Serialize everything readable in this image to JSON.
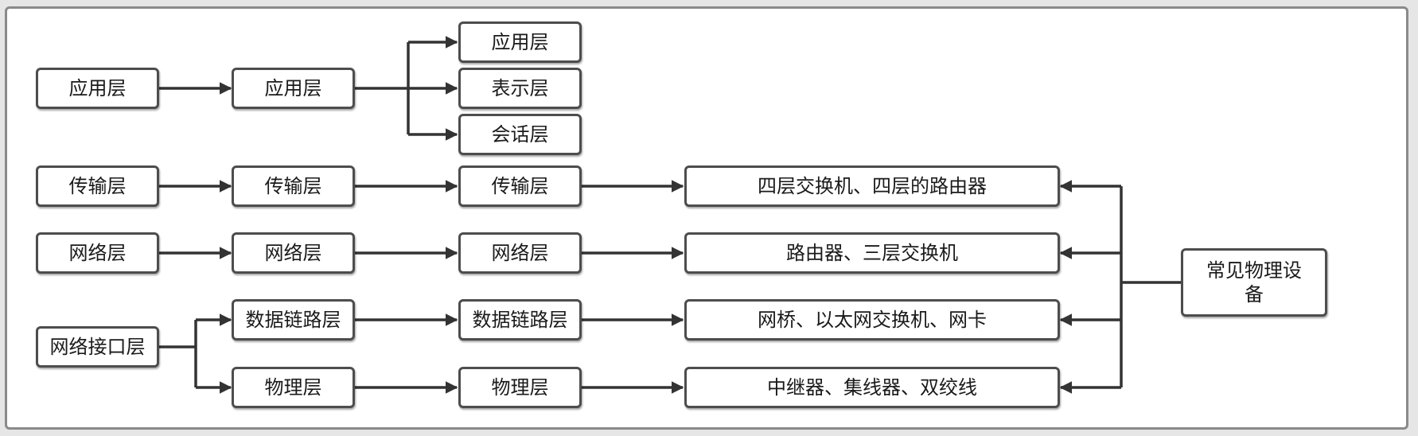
{
  "model_a": {
    "application": "应用层",
    "transport": "传输层",
    "network": "网络层",
    "netif": "网络接口层"
  },
  "model_b": {
    "application": "应用层",
    "transport": "传输层",
    "network": "网络层",
    "datalink": "数据链路层",
    "physical": "物理层"
  },
  "model_c": {
    "application": "应用层",
    "presentation": "表示层",
    "session": "会话层",
    "transport": "传输层",
    "network": "网络层",
    "datalink": "数据链路层",
    "physical": "物理层"
  },
  "devices": {
    "transport": "四层交换机、四层的路由器",
    "network": "路由器、三层交换机",
    "datalink": "网桥、以太网交换机、网卡",
    "physical": "中继器、集线器、双绞线"
  },
  "hub": "常见物理设备"
}
